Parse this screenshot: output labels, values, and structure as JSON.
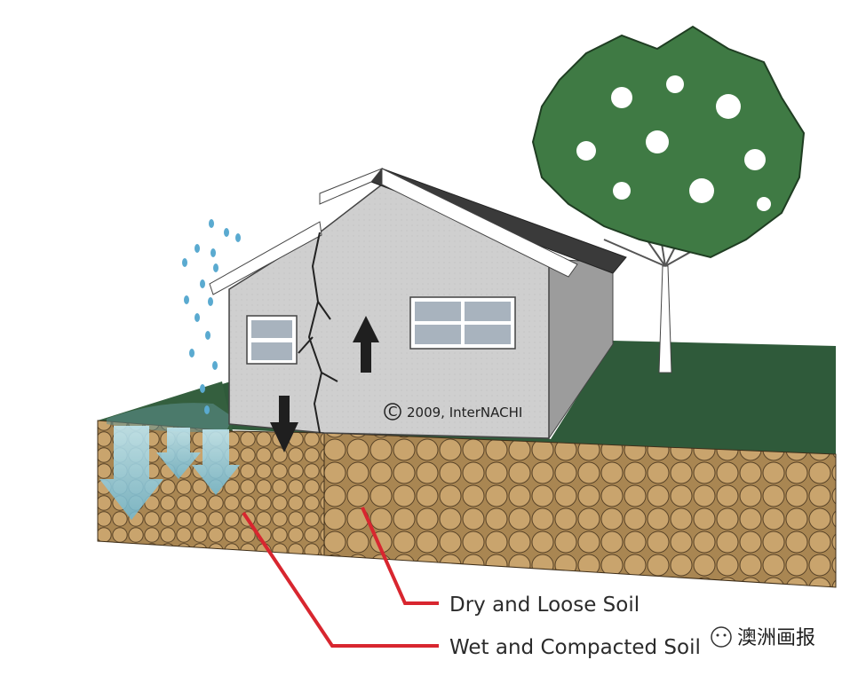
{
  "labels": {
    "dry_soil": "Dry and Loose Soil",
    "wet_soil": "Wet and Compacted Soil"
  },
  "copyright": "2009, InterNACHI",
  "copyright_symbol": "C",
  "watermark": "澳洲画报",
  "colors": {
    "grass": "#2f5a3a",
    "soil": "#b58f5c",
    "soil_circle": "#c9a46d",
    "wall": "#cbcbcb",
    "roof": "#3a3a3a",
    "tree": "#3f7a44",
    "pointer": "#d8262f",
    "water": "#8ec8dc",
    "arrow": "#1f1f1f"
  }
}
